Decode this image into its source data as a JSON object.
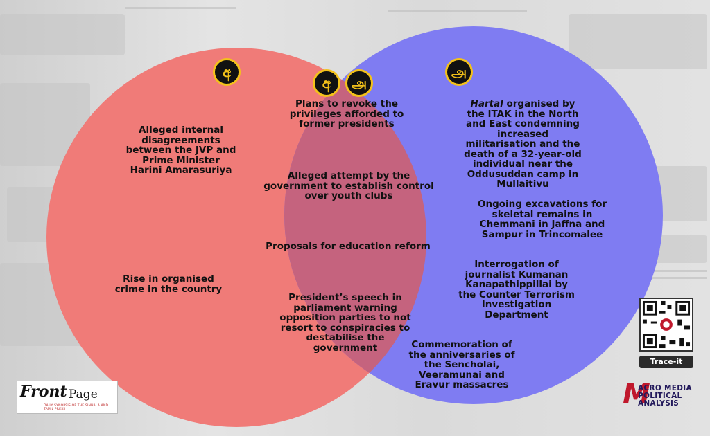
{
  "badges": {
    "sinhala": "අ",
    "tamil": "அ"
  },
  "left_items": [
    "Alleged internal disagreements between the JVP and Prime Minister Harini Amarasuriya",
    "Rise in organised crime in the country"
  ],
  "center_items": [
    "Plans to revoke the privileges afforded to former presidents",
    "Alleged attempt by the government to establish control over youth clubs",
    "Proposals for education reform",
    "President’s speech in parliament warning opposition parties to not resort to conspiracies to destabilise the government"
  ],
  "right_items": {
    "first_italic": "Hartal",
    "first_rest": " organised by the ITAK in the North and East condemning increased militarisation and the death of a 32-year-old individual near the Oddusuddan camp in Mullaitivu",
    "others": [
      "Ongoing excavations for skeletal remains in Chemmani in Jaffna and Sampur in Trincomalee",
      "Interrogation of journalist Kumanan Kanapathippillai by the Counter Terrorism Investigation Department",
      "Commemoration of the anniversaries of the Sencholai, Veeramunai and Eravur massacres"
    ]
  },
  "logo_left": {
    "word1": "Front",
    "word2": "Page",
    "tagline": "DAILY SYNOPSIS OF THE SINHALA AND TAMIL PRESS"
  },
  "qr": {
    "label": "Trace-it"
  },
  "logo_right": {
    "mark": "M",
    "line1": "ACRO MEDIA",
    "line2": "POLITICAL",
    "line3": "ANALYSIS"
  },
  "colors": {
    "left_circle": "#f07b78",
    "right_circle": "#7f7cf2",
    "overlap": "#c5637e",
    "badge_ring": "#f4c21a"
  }
}
